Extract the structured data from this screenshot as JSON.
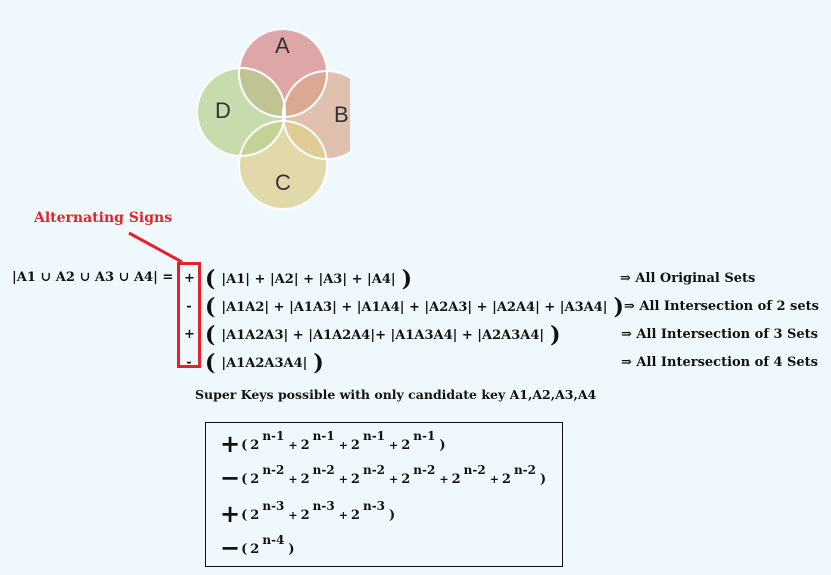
{
  "venn": {
    "sets": [
      {
        "label": "A",
        "color": "#d98b8b"
      },
      {
        "label": "B",
        "color": "#d9a98a"
      },
      {
        "label": "C",
        "color": "#dccf8e"
      },
      {
        "label": "D",
        "color": "#b5d08a"
      }
    ]
  },
  "callout": {
    "text": "Alternating Signs",
    "color": "#e8202a"
  },
  "formula": {
    "lhs": "|A1 ∪ A2 ∪ A3 ∪ A4| =",
    "open_paren": "(",
    "close_paren": ")",
    "rows": [
      {
        "sign": "+",
        "terms": "|A1| + |A2| + |A3| + |A4|",
        "description": "⇒ All Original Sets"
      },
      {
        "sign": "-",
        "terms": "|A1A2| + |A1A3| + |A1A4| + |A2A3| + |A2A4| + |A3A4|",
        "description": "⇒ All Intersection of 2 sets"
      },
      {
        "sign": "+",
        "terms": "|A1A2A3| + |A1A2A4|+ |A1A3A4| + |A2A3A4|",
        "description": "⇒ All Intersection of 3 Sets"
      },
      {
        "sign": "-",
        "terms": "|A1A2A3A4|",
        "description": "⇒ All Intersection of 4 Sets"
      }
    ]
  },
  "caption": "Super Keys possible with only candidate key  A1,A2,A3,A4",
  "superkey_box": {
    "rows": [
      {
        "sign": "+",
        "terms": [
          {
            "base": "2",
            "exp": "n-1"
          },
          {
            "base": "2",
            "exp": "n-1"
          },
          {
            "base": "2",
            "exp": "n-1"
          },
          {
            "base": "2",
            "exp": "n-1"
          }
        ]
      },
      {
        "sign": "−",
        "terms": [
          {
            "base": "2",
            "exp": "n-2"
          },
          {
            "base": "2",
            "exp": "n-2"
          },
          {
            "base": "2",
            "exp": "n-2"
          },
          {
            "base": "2",
            "exp": "n-2"
          },
          {
            "base": "2",
            "exp": "n-2"
          },
          {
            "base": "2",
            "exp": "n-2"
          }
        ]
      },
      {
        "sign": "+",
        "terms": [
          {
            "base": "2",
            "exp": "n-3"
          },
          {
            "base": "2",
            "exp": "n-3"
          },
          {
            "base": "2",
            "exp": "n-3"
          }
        ]
      },
      {
        "sign": "−",
        "terms": [
          {
            "base": "2",
            "exp": "n-4"
          }
        ]
      }
    ],
    "plus": "+",
    "open": "(",
    "close": ")"
  }
}
